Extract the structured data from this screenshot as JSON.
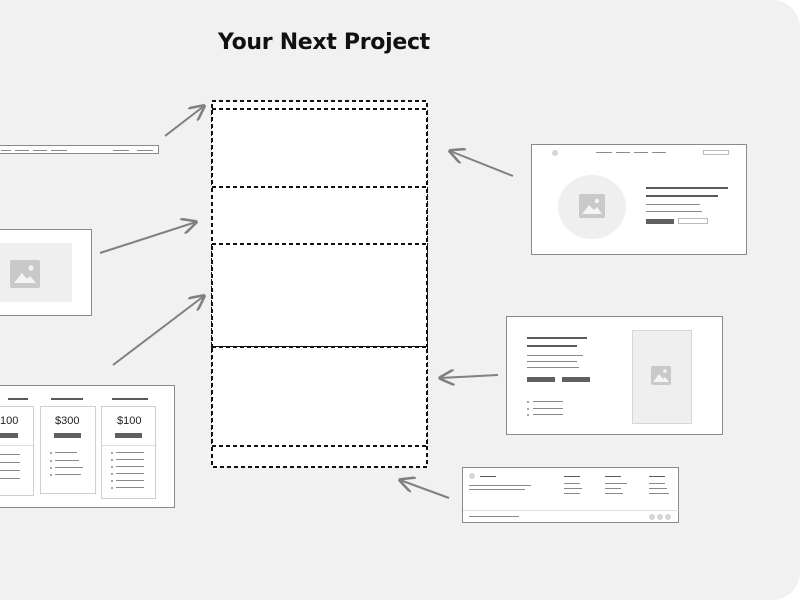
{
  "title": "Your Next Project",
  "prices": [
    "100",
    "$300",
    "$100"
  ],
  "colors": {
    "background": "#f1f1f1",
    "line": "#8a8a8a",
    "button": "#5f5f5f",
    "placeholder": "#efefef"
  },
  "icons": [
    "image-placeholder-icon"
  ]
}
